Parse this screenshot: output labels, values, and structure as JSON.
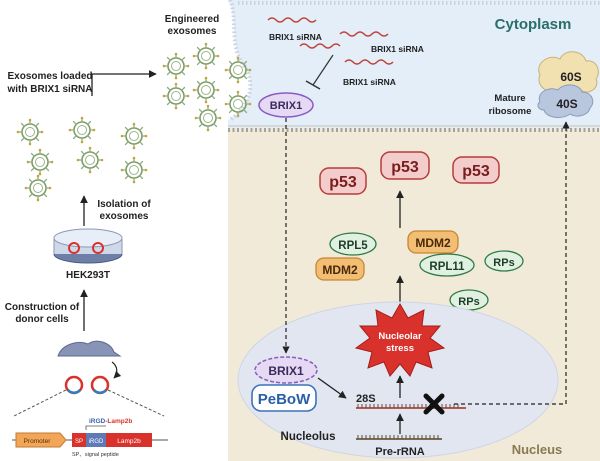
{
  "left_panel": {
    "engineered_label": [
      "Engineered",
      "exosomes"
    ],
    "loaded_label": [
      "Exosomes loaded",
      "with BRIX1 siRNA"
    ],
    "isolation_label": [
      "Isolation of",
      "exosomes"
    ],
    "cell_line": "HEK293T",
    "construction_label": [
      "Construction of",
      "donor cells"
    ],
    "plasmid": {
      "promoter": "Promoter",
      "sp": "SP",
      "irgd": "iRGD",
      "lamp2b": "Lamp2b",
      "fusion_irgd": "iRGD-",
      "fusion_lamp2b": "Lamp2b",
      "signal_note": "SP、signal peptide"
    }
  },
  "cytoplasm": {
    "title": "Cytoplasm",
    "sirna_labels": [
      "BRIX1 siRNA",
      "BRIX1 siRNA",
      "BRIX1 siRNA"
    ],
    "brix1": "BRIX1",
    "ribosome_top": "60S",
    "ribosome_bottom": "40S",
    "ribosome_label": [
      "Mature",
      "ribosome"
    ]
  },
  "nucleus": {
    "title": "Nucleus",
    "p53_labels": [
      "p53",
      "p53",
      "p53"
    ],
    "rpl5": "RPL5",
    "mdm2_left": "MDM2",
    "mdm2_right": "MDM2",
    "rpl11": "RPL11",
    "rps_top": "RPs",
    "rps_bottom": "RPs",
    "nucleolar_stress": [
      "Nucleolar",
      "stress"
    ],
    "nucleolus": "Nucleolus",
    "brix1": "BRIX1",
    "peboW": "PeBoW",
    "rrna_28s": "28S",
    "pre_rrna": "Pre-rRNA"
  },
  "colors": {
    "cytoplasm_bg": "#e3eef9",
    "nucleus_bg": "#f1ead8",
    "nucleolus": "#e2e6f1",
    "p53_fill": "#f3cccc",
    "p53_stroke": "#b93b3b",
    "mdm2_fill": "#f2bd74",
    "rp_fill": "#e0f1e2",
    "rp_stroke": "#2f7a45",
    "brix1_fill": "#e6d9f4",
    "brix1_stroke": "#8a5bc2",
    "stress": "#d9312b",
    "cytoplasm_title": "#2a6e6a"
  },
  "icons": [
    "exosome-icon",
    "petri-dish-icon",
    "donor-cell-icon",
    "plasmid-icon",
    "ribosome-icon",
    "cross-icon",
    "starburst-icon"
  ]
}
